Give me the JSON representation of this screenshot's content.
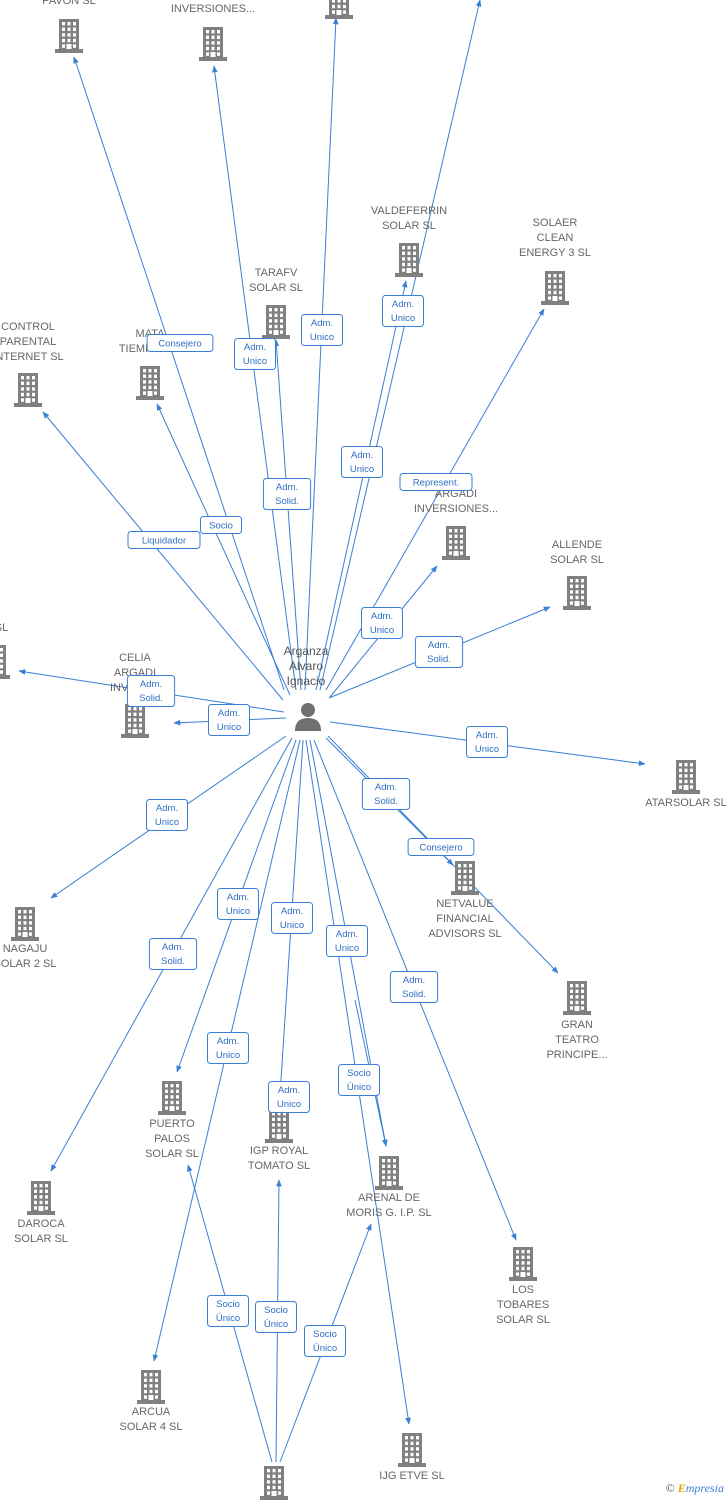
{
  "person": {
    "id": "arganza",
    "lines": [
      "Arganza",
      "Alvaro",
      "Ignacio"
    ]
  },
  "companies": [
    {
      "id": "pavon",
      "lines": [
        "PAVON  SL"
      ]
    },
    {
      "id": "argadi_top",
      "lines": [
        "INVERSIONES..."
      ]
    },
    {
      "id": "top_unknown",
      "lines": []
    },
    {
      "id": "valdeferrin",
      "lines": [
        "VALDEFERRIN",
        "SOLAR SL"
      ]
    },
    {
      "id": "solaer",
      "lines": [
        "SOLAER",
        "CLEAN",
        "ENERGY 3  SL"
      ]
    },
    {
      "id": "tarafv",
      "lines": [
        "TARAFV",
        "SOLAR SL"
      ]
    },
    {
      "id": "control",
      "lines": [
        "CONTROL",
        "PARENTAL",
        "INTERNET  SL"
      ]
    },
    {
      "id": "matar",
      "lines": [
        "MATA",
        "TIEMPO  AIE"
      ]
    },
    {
      "id": "argadi_inv",
      "lines": [
        "ARGADI",
        "INVERSIONES..."
      ]
    },
    {
      "id": "allende",
      "lines": [
        "ALLENDE",
        "SOLAR SL"
      ]
    },
    {
      "id": "left_edge",
      "lines": [
        "O",
        "R SL"
      ]
    },
    {
      "id": "celia",
      "lines": [
        "CELIA",
        "ARGADI",
        "INVERS..."
      ]
    },
    {
      "id": "atarsolar",
      "lines": [
        "ATARSOLAR SL"
      ]
    },
    {
      "id": "netvalue",
      "lines": [
        "NETVALUE",
        "FINANCIAL",
        "ADVISORS  SL"
      ]
    },
    {
      "id": "nagaju",
      "lines": [
        "NAGAJU",
        "SOLAR 2 SL"
      ]
    },
    {
      "id": "gran_teatro",
      "lines": [
        "GRAN",
        "TEATRO",
        "PRINCIPE..."
      ]
    },
    {
      "id": "puerto_palos",
      "lines": [
        "PUERTO",
        "PALOS",
        "SOLAR SL"
      ]
    },
    {
      "id": "igp_royal",
      "lines": [
        "IGP ROYAL",
        "TOMATO  SL"
      ]
    },
    {
      "id": "arenal",
      "lines": [
        "ARENAL DE",
        "MORIS G. I.P.  SL"
      ]
    },
    {
      "id": "daroca",
      "lines": [
        "DAROCA",
        "SOLAR SL"
      ]
    },
    {
      "id": "los_tobares",
      "lines": [
        "LOS",
        "TOBARES",
        "SOLAR SL"
      ]
    },
    {
      "id": "arcua",
      "lines": [
        "ARCUA",
        "SOLAR 4 SL"
      ]
    },
    {
      "id": "ijg_etve",
      "lines": [
        "IJG ETVE SL"
      ]
    },
    {
      "id": "bottom_unknown",
      "lines": []
    }
  ],
  "relations": [
    {
      "id": "r_pavon",
      "lines": [
        "Consejero"
      ]
    },
    {
      "id": "r_argadi_top",
      "lines": [
        "Adm.",
        "Unico"
      ]
    },
    {
      "id": "r_top_unknown",
      "lines": [
        "Adm.",
        "Unico"
      ]
    },
    {
      "id": "r_valdeferrin",
      "lines": [
        "Adm.",
        "Unico"
      ]
    },
    {
      "id": "r_offtop",
      "lines": [
        "Adm.",
        "Unico"
      ]
    },
    {
      "id": "r_tarafv",
      "lines": [
        "Adm.",
        "Solid."
      ]
    },
    {
      "id": "r_solaer",
      "lines": [
        "Represent."
      ]
    },
    {
      "id": "r_control",
      "lines": [
        "Liquidador"
      ]
    },
    {
      "id": "r_matar",
      "lines": [
        "Socio"
      ]
    },
    {
      "id": "r_argadi_inv",
      "lines": [
        "Adm.",
        "Unico"
      ]
    },
    {
      "id": "r_allende",
      "lines": [
        "Adm.",
        "Solid."
      ]
    },
    {
      "id": "r_left_edge",
      "lines": [
        "Adm.",
        "Solid."
      ]
    },
    {
      "id": "r_celia",
      "lines": [
        "Adm.",
        "Unico"
      ]
    },
    {
      "id": "r_atarsolar",
      "lines": [
        "Adm.",
        "Unico"
      ]
    },
    {
      "id": "r_netvalue",
      "lines": [
        "Adm.",
        "Solid."
      ]
    },
    {
      "id": "r_gran_teatro",
      "lines": [
        "Consejero"
      ]
    },
    {
      "id": "r_nagaju",
      "lines": [
        "Adm.",
        "Unico"
      ]
    },
    {
      "id": "r_puerto_palos",
      "lines": [
        "Adm.",
        "Unico"
      ]
    },
    {
      "id": "r_igp_royal",
      "lines": [
        "Adm.",
        "Unico"
      ]
    },
    {
      "id": "r_arenal",
      "lines": [
        "Adm.",
        "Unico"
      ]
    },
    {
      "id": "r_daroca",
      "lines": [
        "Adm.",
        "Solid."
      ]
    },
    {
      "id": "r_los_tobares",
      "lines": [
        "Adm.",
        "Solid."
      ]
    },
    {
      "id": "r_arcua",
      "lines": [
        "Adm.",
        "Unico"
      ]
    },
    {
      "id": "r_ijg_etve",
      "lines": [
        "Adm.",
        "Unico"
      ]
    },
    {
      "id": "r_arenal_socio",
      "lines": [
        "Socio",
        "Único"
      ]
    },
    {
      "id": "r_bu_puerto",
      "lines": [
        "Socio",
        "Único"
      ]
    },
    {
      "id": "r_bu_igp",
      "lines": [
        "Socio",
        "Único"
      ]
    },
    {
      "id": "r_bu_arenal",
      "lines": [
        "Socio",
        "Único"
      ]
    }
  ],
  "copyright": {
    "symbol": "©",
    "brand_initial": "E",
    "brand_rest": "mpresia"
  },
  "colors": {
    "edge": "#3a7fd5",
    "building": "#808080",
    "label": "#666666"
  }
}
